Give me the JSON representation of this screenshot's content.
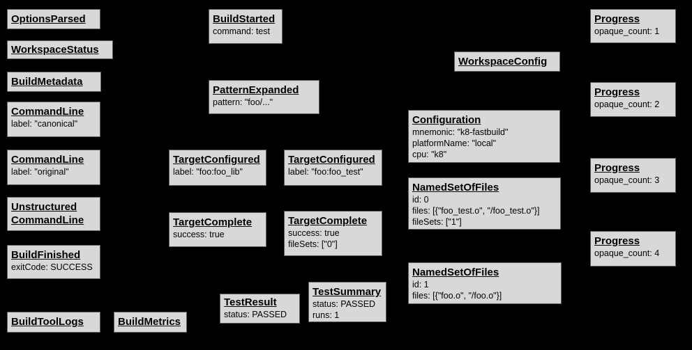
{
  "canvas": {
    "background": "#000000",
    "box_fill": "#d8d8d8",
    "box_border": "#5f5f5f",
    "text_color": "#000000"
  },
  "boxes": [
    {
      "title": "OptionsParsed",
      "fields": []
    },
    {
      "title": "WorkspaceStatus",
      "fields": []
    },
    {
      "title": "BuildMetadata",
      "fields": []
    },
    {
      "title": "CommandLine",
      "fields": [
        "label: \"canonical\""
      ]
    },
    {
      "title": "CommandLine",
      "fields": [
        "label: \"original\""
      ]
    },
    {
      "title": "Unstructured CommandLine",
      "fields": []
    },
    {
      "title": "BuildFinished",
      "fields": [
        "exitCode: SUCCESS"
      ]
    },
    {
      "title": "BuildToolLogs",
      "fields": []
    },
    {
      "title": "BuildMetrics",
      "fields": []
    },
    {
      "title": "BuildStarted",
      "fields": [
        "command: test"
      ]
    },
    {
      "title": "PatternExpanded",
      "fields": [
        "pattern: \"foo/...\""
      ]
    },
    {
      "title": "TargetConfigured",
      "fields": [
        "label: \"foo:foo_lib\""
      ]
    },
    {
      "title": "TargetConfigured",
      "fields": [
        "label: \"foo:foo_test\""
      ]
    },
    {
      "title": "TargetComplete",
      "fields": [
        "success: true"
      ]
    },
    {
      "title": "TargetComplete",
      "fields": [
        "success: true",
        "fileSets: [\"0\"]"
      ]
    },
    {
      "title": "TestResult",
      "fields": [
        "status: PASSED"
      ]
    },
    {
      "title": "TestSummary",
      "fields": [
        "status: PASSED",
        "runs: 1"
      ]
    },
    {
      "title": "WorkspaceConfig",
      "fields": []
    },
    {
      "title": "Configuration",
      "fields": [
        "mnemonic: \"k8-fastbuild\"",
        "platformName: \"local\"",
        "cpu: \"k8\""
      ]
    },
    {
      "title": "NamedSetOfFiles",
      "fields": [
        "id: 0",
        "files: [{\"foo_test.o\", \"/foo_test.o\"}]",
        "fileSets: [\"1\"]"
      ]
    },
    {
      "title": "NamedSetOfFiles",
      "fields": [
        "id: 1",
        "files: [{\"foo.o\", \"/foo.o\"}]"
      ]
    },
    {
      "title": "Progress",
      "fields": [
        "opaque_count: 1"
      ]
    },
    {
      "title": "Progress",
      "fields": [
        "opaque_count: 2"
      ]
    },
    {
      "title": "Progress",
      "fields": [
        "opaque_count: 3"
      ]
    },
    {
      "title": "Progress",
      "fields": [
        "opaque_count: 4"
      ]
    }
  ]
}
